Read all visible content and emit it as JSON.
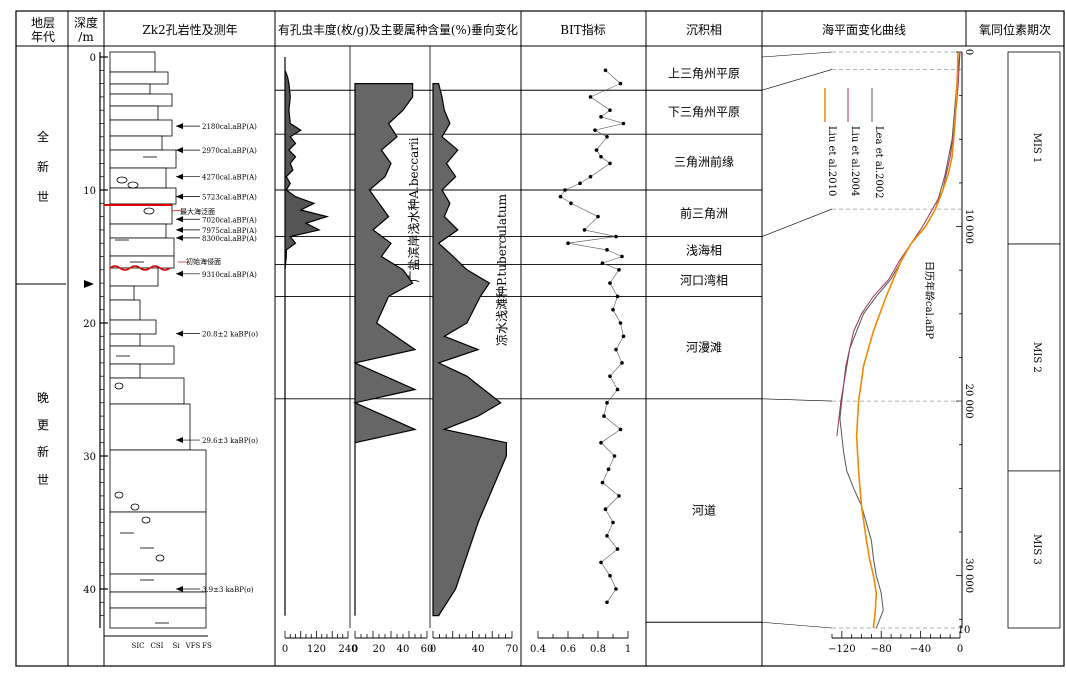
{
  "headers": {
    "strat": [
      "地层",
      "年代"
    ],
    "depth": [
      "深度",
      "/m"
    ],
    "lith": "Zk2孔岩性及测年",
    "foram": "有孔虫丰度(枚/g)及主要属种含量(%)垂向变化",
    "bit": "BIT指标",
    "facies": "沉积相",
    "sealevel": "海平面变化曲线",
    "mis": "氧同位素期次"
  },
  "strat_labels": {
    "holocene": [
      "全",
      "新",
      "世"
    ],
    "pleistocene": [
      "晚",
      "更",
      "新",
      "世"
    ]
  },
  "depth_axis": {
    "ticks": [
      0,
      10,
      20,
      30,
      40
    ]
  },
  "lith_axis": {
    "labels": [
      "SIC",
      "CSI",
      "Si",
      "VFS",
      "FS"
    ]
  },
  "dates": [
    {
      "label": "2180cal.aBP(A)",
      "depth": 5.2
    },
    {
      "label": "2970cal.aBP(A)",
      "depth": 7.0
    },
    {
      "label": "4270cal.aBP(A)",
      "depth": 9.0
    },
    {
      "label": "5723cal.aBP(A)",
      "depth": 10.5
    },
    {
      "label": "7020cal.aBP(A)",
      "depth": 12.2
    },
    {
      "label": "7975cal.aBP(A)",
      "depth": 13.0
    },
    {
      "label": "8300cal.aBP(A)",
      "depth": 13.6
    },
    {
      "label": "9310cal.aBP(A)",
      "depth": 16.3
    },
    {
      "label": "20.8±2 kaBP(o)",
      "depth": 20.8
    },
    {
      "label": "29.6±3 kaBP(o)",
      "depth": 28.8
    },
    {
      "label": "3.9±3 kaBP(o)",
      "depth": 40.0
    }
  ],
  "lith_annotations": {
    "max_flood": "最大海泛面",
    "initial_transgression": "初始海侵面"
  },
  "species_labels": {
    "a": "广盐滨岸浅水种A.beccarii",
    "p": "凉水浅滩种P.tuberculatum"
  },
  "facies": [
    {
      "name": "上三角州平原",
      "top": 0,
      "bottom": 2.5
    },
    {
      "name": "下三角州平原",
      "top": 2.5,
      "bottom": 5.8
    },
    {
      "name": "三角洲前缘",
      "top": 5.8,
      "bottom": 10.0
    },
    {
      "name": "前三角洲",
      "top": 10.0,
      "bottom": 13.5
    },
    {
      "name": "浅海相",
      "top": 13.5,
      "bottom": 15.6
    },
    {
      "name": "河口湾相",
      "top": 15.6,
      "bottom": 18.0
    },
    {
      "name": "河漫滩",
      "top": 18.0,
      "bottom": 25.7
    },
    {
      "name": "河道",
      "top": 25.7,
      "bottom": 42.5
    }
  ],
  "sealevel_legend": [
    "Lea et al.2002",
    "Liu et al.2004",
    "Liu et al.2010"
  ],
  "sealevel_ylabel": "日历年龄cal.aBP",
  "mis": [
    {
      "name": "MIS 1",
      "from": 0,
      "to": 11000
    },
    {
      "name": "MIS 2",
      "from": 11000,
      "to": 24000
    },
    {
      "name": "MIS 3",
      "from": 24000,
      "to": 33000
    }
  ],
  "chart_data": [
    {
      "type": "area",
      "panel": "foraminifera abundance (枚/g)",
      "xlim": [
        0,
        240
      ],
      "xticks": [
        0,
        120,
        240
      ],
      "depth": [
        0,
        0.5,
        1,
        1.5,
        2,
        3,
        4,
        5,
        5.5,
        6,
        6.5,
        7,
        7.5,
        8,
        8.5,
        9,
        9.5,
        10,
        10.5,
        11,
        11.5,
        12,
        12.5,
        13,
        13.5,
        14,
        14.5,
        15,
        16,
        18,
        20,
        25,
        30,
        35,
        40,
        42
      ],
      "values": [
        0,
        0,
        0,
        10,
        15,
        20,
        15,
        20,
        60,
        20,
        40,
        15,
        40,
        20,
        30,
        5,
        20,
        5,
        40,
        110,
        60,
        160,
        80,
        130,
        20,
        40,
        5,
        5,
        0,
        0,
        0,
        0,
        0,
        0,
        0,
        0
      ]
    },
    {
      "type": "area",
      "panel": "A.beccarii (%)",
      "xlim": [
        0,
        60
      ],
      "xticks": [
        0,
        20,
        40,
        60
      ],
      "depth": [
        2,
        3,
        4,
        5,
        6,
        7,
        8,
        9,
        10,
        11,
        12,
        13,
        14,
        15,
        16,
        17,
        18,
        20,
        22,
        23,
        24,
        25,
        26,
        27,
        28,
        29,
        30,
        35,
        40,
        42
      ],
      "values": [
        48,
        48,
        40,
        28,
        35,
        22,
        30,
        25,
        12,
        20,
        28,
        15,
        30,
        22,
        40,
        48,
        28,
        18,
        50,
        0,
        25,
        50,
        0,
        25,
        50,
        0,
        0,
        0,
        0,
        0
      ]
    },
    {
      "type": "area",
      "panel": "P.tuberculatum (%)",
      "xlim": [
        0,
        70
      ],
      "xticks": [
        0,
        40,
        70
      ],
      "depth": [
        2,
        3,
        4,
        5,
        6,
        7,
        8,
        9,
        10,
        11,
        12,
        13,
        14,
        15,
        16,
        17,
        18,
        20,
        21,
        22,
        23,
        24,
        25,
        26,
        27,
        28,
        29,
        30,
        35,
        40,
        42
      ],
      "values": [
        5,
        8,
        10,
        15,
        8,
        22,
        12,
        20,
        8,
        15,
        10,
        22,
        5,
        18,
        30,
        50,
        42,
        30,
        10,
        40,
        5,
        30,
        45,
        60,
        40,
        10,
        65,
        65,
        40,
        20,
        5
      ]
    },
    {
      "type": "scatter",
      "panel": "BIT指标",
      "xlim": [
        0.4,
        1
      ],
      "xticks": [
        0.4,
        0.6,
        0.8,
        1
      ],
      "depth": [
        1,
        2,
        3,
        4,
        4.5,
        5,
        5.5,
        6,
        7,
        7.5,
        8,
        9,
        9.5,
        10,
        10.5,
        11,
        12,
        13,
        13.5,
        14,
        14.5,
        15,
        15.5,
        16,
        17,
        18,
        19,
        20,
        21,
        22,
        23,
        24,
        25,
        26,
        27,
        28,
        29,
        30,
        31,
        32,
        33,
        34,
        35,
        36,
        37,
        38,
        39,
        40,
        41
      ],
      "values": [
        0.85,
        0.95,
        0.75,
        0.88,
        0.82,
        0.97,
        0.78,
        0.86,
        0.79,
        0.82,
        0.88,
        0.75,
        0.68,
        0.58,
        0.55,
        0.62,
        0.8,
        0.71,
        0.92,
        0.6,
        0.86,
        0.96,
        0.83,
        0.94,
        0.88,
        0.93,
        0.9,
        0.95,
        0.97,
        0.92,
        0.96,
        0.88,
        0.93,
        0.86,
        0.84,
        0.95,
        0.82,
        0.91,
        0.87,
        0.83,
        0.94,
        0.85,
        0.9,
        0.86,
        0.93,
        0.82,
        0.88,
        0.92,
        0.86
      ]
    },
    {
      "type": "line",
      "panel": "海平面变化曲线",
      "xlim": [
        -130,
        0
      ],
      "xticks": [
        -120,
        -80,
        -40,
        0
      ],
      "ylabel": "日历年龄cal.aBP",
      "ylim": [
        0,
        33000
      ],
      "yticks": [
        0,
        10000,
        20000,
        30000
      ],
      "series": [
        {
          "name": "Lea et al.2002",
          "age": [
            0,
            1000,
            3000,
            5000,
            7000,
            8000,
            9000,
            10000,
            11000,
            12000,
            13000,
            14000,
            15000,
            16000,
            17000,
            18000,
            19000,
            20000,
            21000,
            22000,
            23000,
            24000,
            25000,
            26000,
            27000,
            28000,
            29000,
            30000,
            31000,
            32000,
            33000
          ],
          "values": [
            0,
            -2,
            -5,
            -8,
            -15,
            -20,
            -25,
            -35,
            -50,
            -60,
            -70,
            -85,
            -98,
            -105,
            -112,
            -115,
            -118,
            -120,
            -122,
            -120,
            -118,
            -115,
            -108,
            -100,
            -95,
            -90,
            -88,
            -85,
            -80,
            -78,
            -85
          ]
        },
        {
          "name": "Liu et al.2004",
          "age": [
            0,
            2000,
            4000,
            6000,
            8000,
            9000,
            10000,
            11000,
            12000,
            13000,
            14000,
            15000,
            16000,
            17000,
            18000,
            19000,
            20000,
            21000,
            22000
          ],
          "values": [
            0,
            -2,
            -5,
            -10,
            -18,
            -28,
            -38,
            -50,
            -62,
            -72,
            -88,
            -100,
            -108,
            -112,
            -116,
            -118,
            -121,
            -123,
            -125
          ]
        },
        {
          "name": "Liu et al.2010",
          "age": [
            0,
            2000,
            4000,
            6000,
            7000,
            8000,
            9000,
            10000,
            11000,
            12000,
            14000,
            16000,
            18000,
            20000,
            22000,
            24000,
            26000,
            28000,
            29000,
            30000,
            31000,
            32000,
            33000
          ],
          "values": [
            -2,
            -3,
            -5,
            -8,
            -12,
            -18,
            -25,
            -35,
            -50,
            -60,
            -75,
            -88,
            -98,
            -103,
            -105,
            -103,
            -100,
            -95,
            -92,
            -88,
            -85,
            -86,
            -88
          ]
        }
      ]
    }
  ]
}
